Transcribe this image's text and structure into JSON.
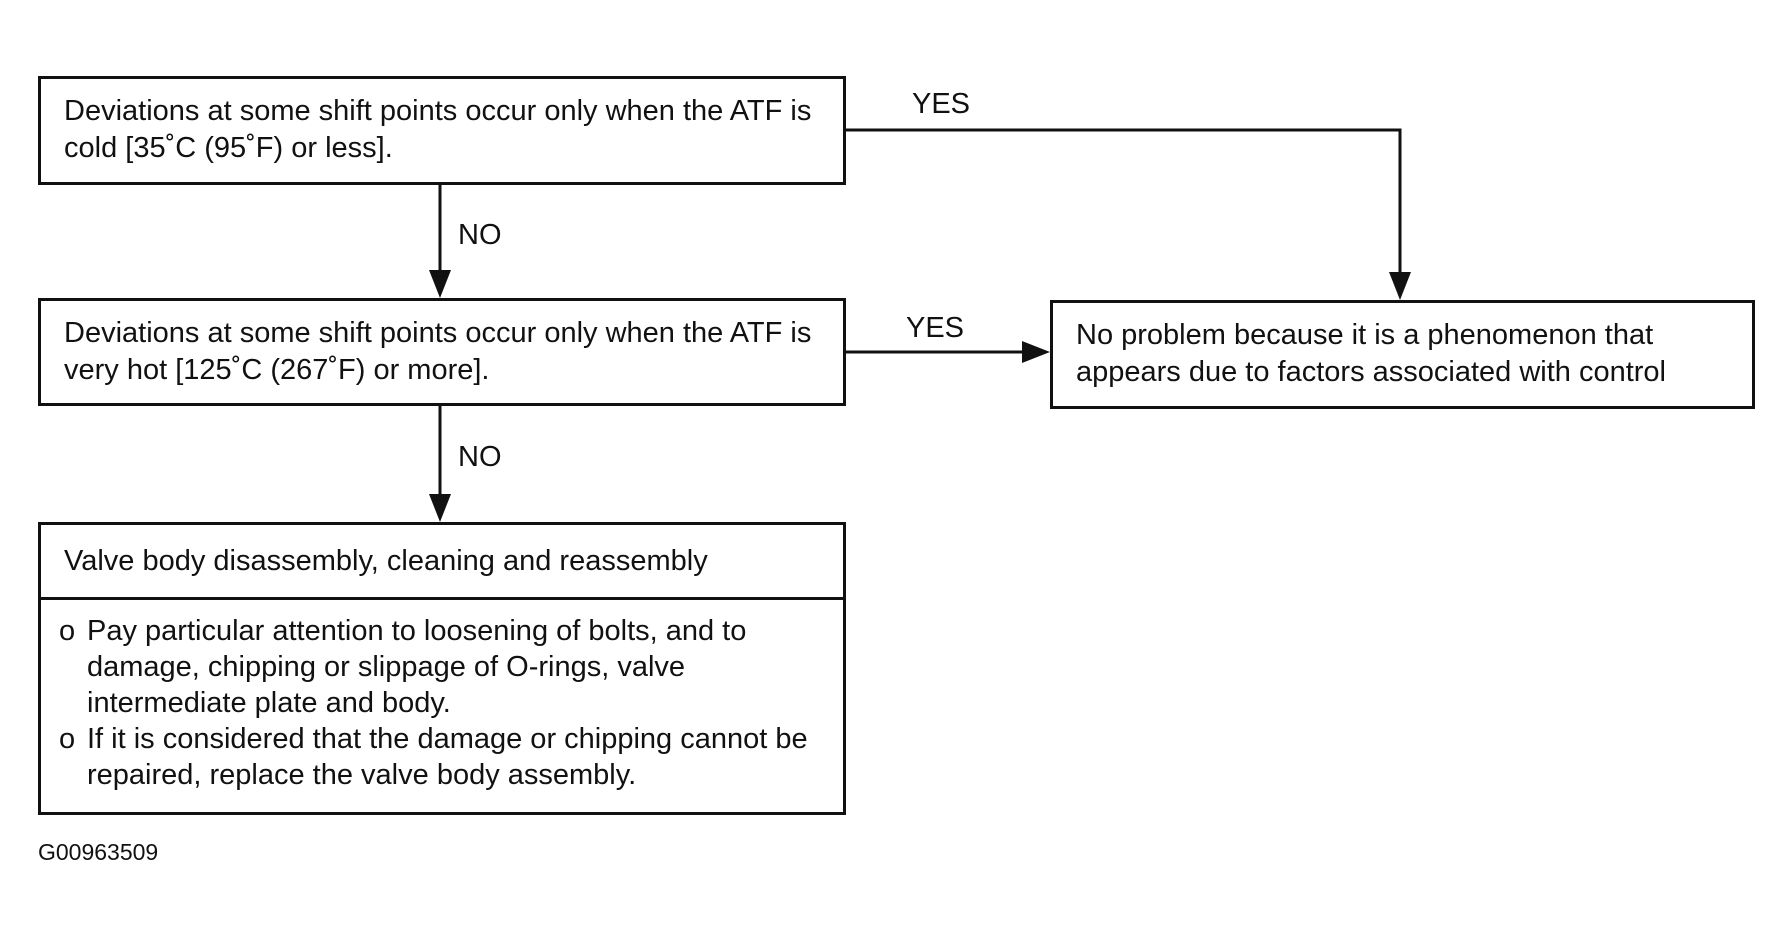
{
  "boxes": {
    "check_cold": "Deviations at some shift points occur only when the ATF is cold [35˚C (95˚F) or less].",
    "check_hot": "Deviations at some shift points occur only when the ATF is very hot [125˚C (267˚F) or more].",
    "no_problem": "No problem because it is a phenomenon that appears due to factors associated with control",
    "valve_body": {
      "title": "Valve body disassembly, cleaning and reassembly",
      "bullet_marker": "o",
      "items": [
        "Pay particular attention to loosening of bolts, and to damage, chipping or slippage of O-rings, valve intermediate plate and body.",
        "If it is considered that the damage or chipping cannot be repaired, replace the valve body assembly."
      ]
    }
  },
  "labels": {
    "yes_cold": "YES",
    "yes_hot": "YES",
    "no_cold": "NO",
    "no_hot": "NO"
  },
  "figure_code": "G00963509"
}
